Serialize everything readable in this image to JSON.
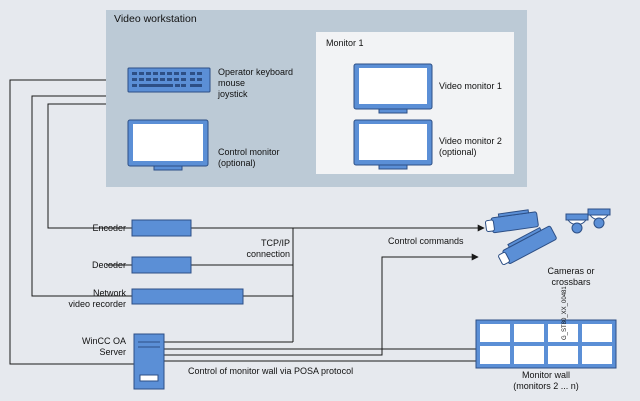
{
  "workstation": {
    "title": "Video workstation",
    "keyboard_label": "Operator keyboard\nmouse\njoystick",
    "control_monitor_label": "Control monitor\n(optional)"
  },
  "monitor_group": {
    "title": "Monitor 1",
    "video_monitor_1": "Video monitor 1",
    "video_monitor_2": "Video monitor 2\n(optional)"
  },
  "devices": {
    "encoder": "Encoder",
    "decoder": "Decoder",
    "nvr": "Network\nvideo recorder",
    "server": "WinCC OA\nServer"
  },
  "connections": {
    "tcpip": "TCP/IP\nconnection",
    "control_commands": "Control commands",
    "posa": "Control of monitor wall via POSA protocol"
  },
  "cameras_label": "Cameras or\ncrossbars",
  "monitor_wall": {
    "label": "Monitor wall\n(monitors 2 ... n)",
    "rows": 2,
    "cols": 4
  },
  "figure_id": "G_ST80_XX_00481",
  "colors": {
    "background": "#e6e9ee",
    "workstation_panel": "#bccad6",
    "monitor_panel": "#f2f3f5",
    "device_blue": "#5b8fd6",
    "device_stroke": "#2d4f85",
    "line": "#1a1a1a"
  }
}
